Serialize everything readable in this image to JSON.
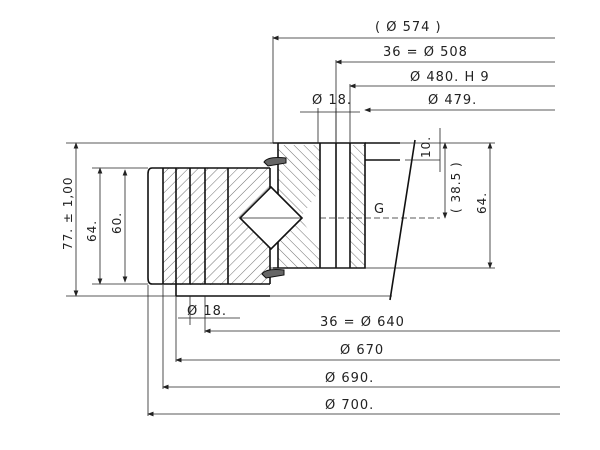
{
  "drawing": {
    "top_dims": {
      "d574": "( Ø 574 )",
      "d508": "36 =   Ø 508",
      "d480": "Ø 480. H 9",
      "d479": "Ø 479.",
      "d18_top": "Ø 18."
    },
    "bottom_dims": {
      "d18_bottom": "Ø 18.",
      "d640": "36 =   Ø 640",
      "d670": "Ø 670",
      "d690": "Ø 690.",
      "d700": "Ø 700."
    },
    "height_dims": {
      "h77": "77. ± 1,00",
      "h64_left": "64.",
      "h60": "60.",
      "h10": "10.",
      "h38_5": "( 38.5 )",
      "h64_right": "64."
    },
    "gear_label": "G"
  }
}
